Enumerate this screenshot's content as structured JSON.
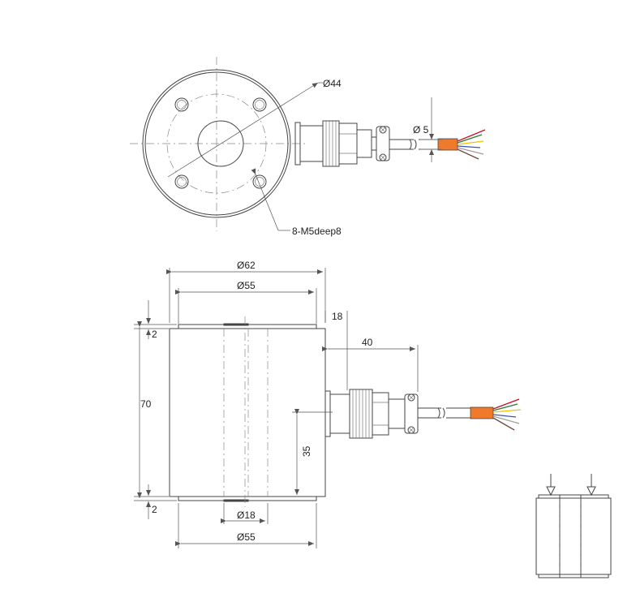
{
  "labels": {
    "top_outer_dia": "Ø44",
    "cable_dia": "Ø 5",
    "thread_note": "8-M5deep8",
    "outer_dia": "Ø62",
    "inner_dia_top": "Ø55",
    "cap_top": "2",
    "connector_offset": "18",
    "cable_length": "40",
    "height": "70",
    "connector_height": "35",
    "cap_bottom": "2",
    "bore_dia": "Ø18",
    "inner_dia_bottom": "Ø55"
  },
  "colors": {
    "line": "#444444",
    "cable_jacket": "#f07a2c",
    "wire_colors": [
      "#c8102e",
      "#2e7d32",
      "#f2c200",
      "#3f51b5",
      "#9e9e9e",
      "#6d4c41"
    ]
  }
}
